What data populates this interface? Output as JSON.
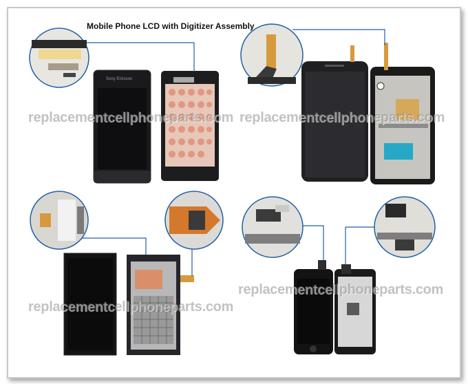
{
  "title": "Mobile Phone LCD with Digitizer Assembly",
  "watermark": "replacementcellphoneparts.com",
  "phone_brand_text": "Sony Ericsson"
}
